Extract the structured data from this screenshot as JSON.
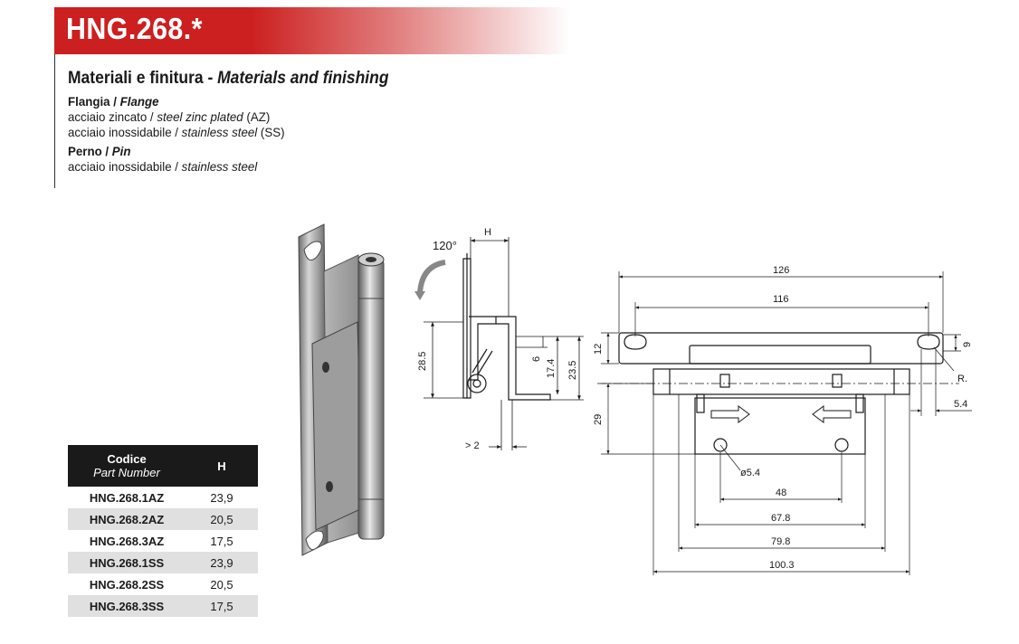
{
  "header": {
    "title": "HNG.268.*"
  },
  "materials": {
    "title_it": "Materiali e finitura - ",
    "title_en": "Materials and finishing",
    "flange": {
      "label_it": "Flangia / ",
      "label_en": "Flange",
      "lines": [
        {
          "it": "acciaio zincato / ",
          "en": "steel zinc plated",
          "code": " (AZ)"
        },
        {
          "it": "acciaio inossidabile / ",
          "en": "stainless steel",
          "code": " (SS)"
        }
      ]
    },
    "pin": {
      "label_it": "Perno / ",
      "label_en": "Pin",
      "lines": [
        {
          "it": "acciaio inossidabile / ",
          "en": "stainless steel",
          "code": ""
        }
      ]
    }
  },
  "table": {
    "header_code_it": "Codice",
    "header_code_en": "Part Number",
    "header_h": "H",
    "rows": [
      {
        "code": "HNG.268.1AZ",
        "h": "23,9"
      },
      {
        "code": "HNG.268.2AZ",
        "h": "20,5"
      },
      {
        "code": "HNG.268.3AZ",
        "h": "17,5"
      },
      {
        "code": "HNG.268.1SS",
        "h": "23,9"
      },
      {
        "code": "HNG.268.2SS",
        "h": "20,5"
      },
      {
        "code": "HNG.268.3SS",
        "h": "17,5"
      }
    ]
  },
  "drawing": {
    "side": {
      "angle": "120°",
      "h_label": "H",
      "dim_28_5": "28.5",
      "dim_6": "6",
      "dim_17_4": "17.4",
      "dim_23_5": "23.5",
      "dim_gt2": "> 2"
    },
    "front": {
      "dim_126": "126",
      "dim_116": "116",
      "dim_12": "12",
      "dim_9": "9",
      "dim_r": "R.",
      "dim_5_4": "5.4",
      "dim_29": "29",
      "dim_d5_4": "ø5.4",
      "dim_48": "48",
      "dim_67_8": "67.8",
      "dim_79_8": "79.8",
      "dim_100_3": "100.3"
    }
  }
}
